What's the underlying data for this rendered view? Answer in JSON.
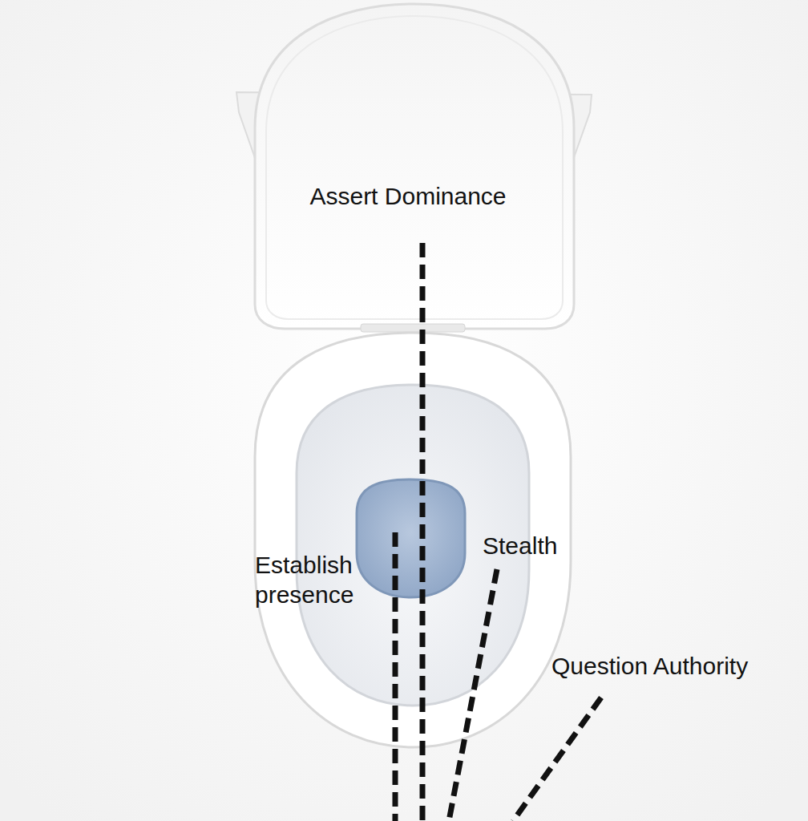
{
  "diagram": {
    "labels": [
      "Assert Dominance",
      "Establish presence",
      "Stealth",
      "Question Authority"
    ]
  }
}
